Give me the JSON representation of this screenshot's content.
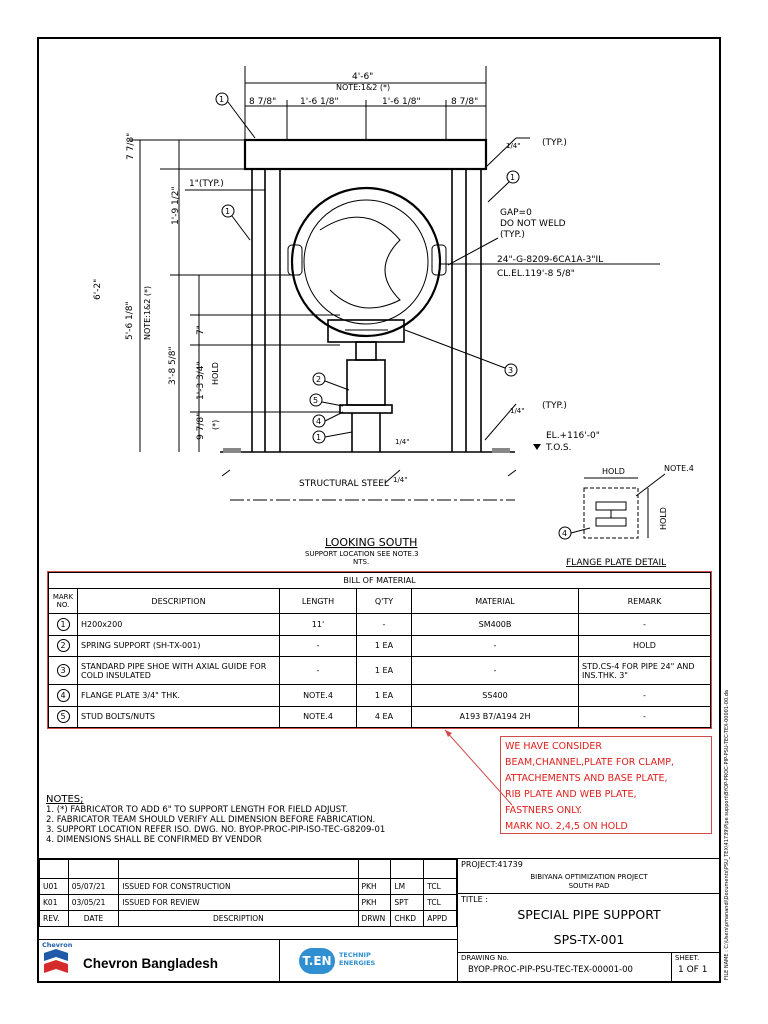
{
  "drawing": {
    "dim_top": "4'-6\"",
    "dim_top_note": "NOTE:1&2 (*)",
    "dim_8_7_8_left": "8 7/8\"",
    "dim_1_6_1_8_left": "1'-6 1/8\"",
    "dim_1_6_1_8_right": "1'-6 1/8\"",
    "dim_8_7_8_right": "8 7/8\"",
    "dim_7_7_8": "7 7/8\"",
    "dim_1typ": "1\"(TYP.)",
    "dim_1_9_1_2": "1'-9 1/2\"",
    "dim_6_2": "6'-2\"",
    "dim_5_6_1_8": "5'-6 1/8\"",
    "dim_note12": "NOTE:1&2 (*)",
    "dim_3_8_5_8": "3'-8 5/8\"",
    "dim_7": "7\"",
    "dim_1_3_3_4": "1'-3 3/4\"",
    "dim_hold": "HOLD",
    "dim_9_7_8": "9 7/8\"",
    "dim_star": "(*)",
    "typ_top": "(TYP.)",
    "weld_note": "1/4\"",
    "gap": "GAP=0",
    "do_not_weld": "DO NOT WELD",
    "typ_mid": "(TYP.)",
    "line_no": "24\"-G-8209-6CA1A-3\"IL",
    "cl_el": "CL.EL.119'-8 5/8\"",
    "typ_low": "(TYP.)",
    "el": "EL.+116'-0\"",
    "tos": "T.O.S.",
    "structural_steel": "STRUCTURAL STEEL",
    "looking_south": "LOOKING SOUTH",
    "support_loc": "SUPPORT LOCATION SEE NOTE.3",
    "nts": "NTS.",
    "detail_hold": "HOLD",
    "detail_note4": "NOTE.4",
    "detail_hold_v": "HOLD",
    "flange_detail": "FLANGE PLATE DETAIL",
    "marks": [
      "1",
      "2",
      "3",
      "4",
      "5"
    ]
  },
  "bom": {
    "title": "BILL OF MATERIAL",
    "headers": [
      "MARK NO.",
      "DESCRIPTION",
      "LENGTH",
      "Q'TY",
      "MATERIAL",
      "REMARK"
    ],
    "rows": [
      {
        "mark": "1",
        "desc": "H200x200",
        "length": "11'",
        "qty_n": "-",
        "qty_u": "",
        "material": "SM400B",
        "remark": "-"
      },
      {
        "mark": "2",
        "desc": "SPRING SUPPORT (SH-TX-001)",
        "length": "-",
        "qty_n": "1",
        "qty_u": "EA",
        "material": "-",
        "remark": "HOLD"
      },
      {
        "mark": "3",
        "desc": "STANDARD PIPE SHOE WITH AXIAL GUIDE FOR COLD INSULATED",
        "length": "-",
        "qty_n": "1",
        "qty_u": "EA",
        "material": "-",
        "remark": "STD.CS-4 FOR PIPE 24\" AND INS.THK. 3\""
      },
      {
        "mark": "4",
        "desc": "FLANGE PLATE 3/4\" THK.",
        "length": "NOTE.4",
        "qty_n": "1",
        "qty_u": "EA",
        "material": "SS400",
        "remark": "-"
      },
      {
        "mark": "5",
        "desc": "STUD BOLTS/NUTS",
        "length": "NOTE.4",
        "qty_n": "4",
        "qty_u": "EA",
        "material": "A193 B7/A194 2H",
        "remark": "-"
      }
    ]
  },
  "comment": {
    "lines": [
      "WE HAVE CONSIDER",
      "BEAM,CHANNEL,PLATE FOR CLAMP,",
      "ATTACHEMENTS AND BASE PLATE,",
      "RIB PLATE AND WEB PLATE,",
      "FASTNERS ONLY.",
      "MARK NO. 2,4,5 ON HOLD"
    ],
    "color": "#e0201c"
  },
  "notes": {
    "heading": "NOTES;",
    "items": [
      "1. (*) FABRICATOR TO ADD 6\" TO SUPPORT LENGTH FOR FIELD ADJUST.",
      "2. FABRICATOR TEAM SHOULD VERIFY ALL DIMENSION BEFORE FABRICATION.",
      "3. SUPPORT LOCATION REFER ISO. DWG. NO. BYOP-PROC-PIP-ISO-TEC-G8209-01",
      "4. DIMENSIONS SHALL BE CONFIRMED BY VENDOR"
    ]
  },
  "revisions": {
    "rows": [
      {
        "rev": "",
        "date": "",
        "desc": "",
        "drwn": "",
        "chkd": "",
        "appd": ""
      },
      {
        "rev": "U01",
        "date": "05/07/21",
        "desc": "ISSUED FOR CONSTRUCTION",
        "drwn": "PKH",
        "chkd": "LM",
        "appd": "TCL"
      },
      {
        "rev": "K01",
        "date": "03/05/21",
        "desc": "ISSUED FOR REVIEW",
        "drwn": "PKH",
        "chkd": "SPT",
        "appd": "TCL"
      }
    ],
    "header": {
      "rev": "REV.",
      "date": "DATE",
      "desc": "DESCRIPTION",
      "drwn": "DRWN",
      "chkd": "CHKD",
      "appd": "APPD"
    }
  },
  "title_block": {
    "project": "PROJECT:41739",
    "project_name": "BIBIYANA OPTIMIZATION PROJECT",
    "project_sub": "SOUTH PAD",
    "title_label": "TITLE :",
    "title1": "SPECIAL  PIPE  SUPPORT",
    "title2": "SPS-TX-001",
    "drawing_no_label": "DRAWING No.",
    "drawing_no": "BYOP-PROC-PIP-PSU-TEC-TEX-00001-00",
    "sheet_label": "SHEET.",
    "sheet": "1 OF 1",
    "client_logo_text": "Chevron",
    "client": "Chevron Bangladesh",
    "contractor_logo": "T.EN",
    "contractor_sub1": "TECHNIP",
    "contractor_sub2": "ENERGIES"
  },
  "side_text": "FILE NAME : C:\\Users\\pmanandi\\Documents\\PSU_TEX\\41739\\Pipe support\\BYOP-PROC-PIP-PSU-TEC-TEX-00001-00.dwg"
}
